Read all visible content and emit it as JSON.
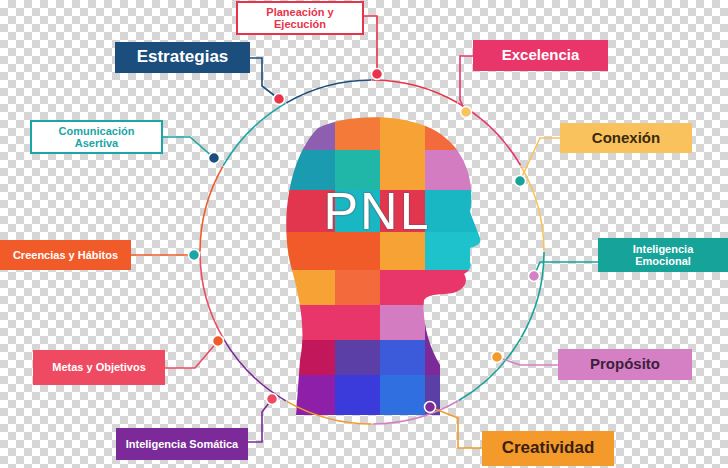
{
  "diagram": {
    "nodes": [
      {
        "text": [
          "Planeación y Ejecución"
        ]
      },
      {
        "text": [
          "Estrategias"
        ]
      },
      {
        "text": [
          "Excelencia"
        ]
      },
      {
        "text": [
          "Comunicación Asertiva"
        ]
      },
      {
        "text": [
          "Conexión"
        ]
      },
      {
        "text": [
          "PNL"
        ]
      },
      {
        "text": [
          "Creencias y Hábitos"
        ]
      },
      {
        "text": [
          "Inteligencia Emocional"
        ]
      },
      {
        "text": [
          "Metas y Objetivos"
        ]
      },
      {
        "text": [
          "Propósito"
        ]
      },
      {
        "text": [
          "Inteligencia Somática"
        ]
      },
      {
        "text": [
          "Creatividad"
        ]
      }
    ]
  }
}
